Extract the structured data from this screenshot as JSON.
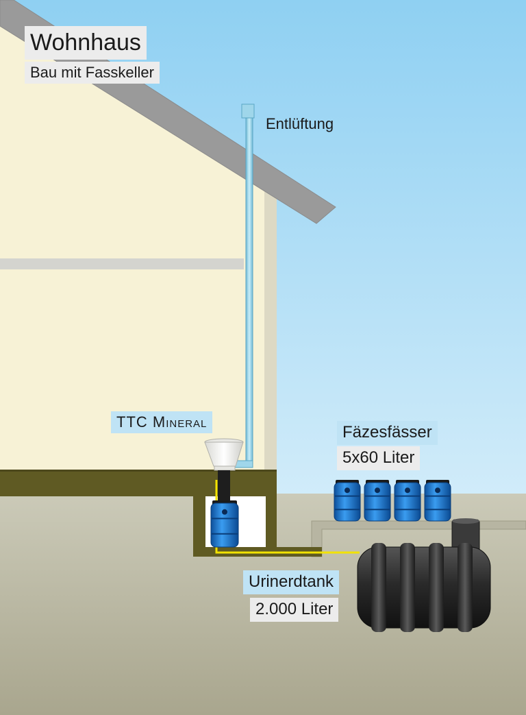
{
  "house": {
    "title": "Wohnhaus",
    "subtitle": "Bau mit Fasskeller"
  },
  "vent": {
    "label": "Entlüftung"
  },
  "toilet": {
    "label": "TTC Mineral"
  },
  "feces_barrels": {
    "label": "Fäzesfässer",
    "volume": "5x60 Liter",
    "count": 4
  },
  "urine_tank": {
    "label": "Urinerdtank",
    "volume": "2.000 Liter"
  },
  "colors": {
    "sky": "#a9dcf4",
    "house_wall": "#f7f2d6",
    "roof": "#9a9a9a",
    "ground": "#c2c0ae",
    "floor": "#5f5a23",
    "barrel": "#1f7fd6",
    "tank": "#2f2f2f",
    "pipe_vent": "#8ecfe6",
    "pipe_urine": "#f2e200"
  }
}
